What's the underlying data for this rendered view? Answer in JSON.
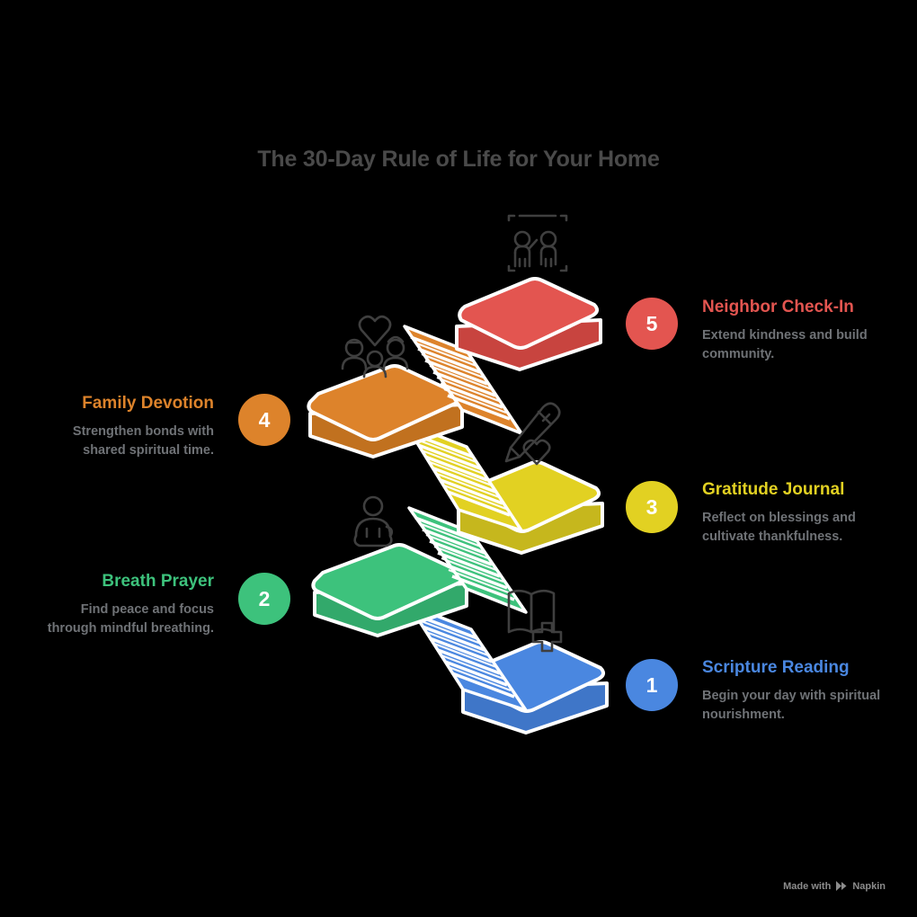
{
  "title": "The 30-Day Rule of Life for Your Home",
  "background_color": "#000000",
  "title_color": "#4a4a4a",
  "description_color": "#6f7276",
  "steps": [
    {
      "number": "1",
      "title": "Scripture Reading",
      "description": "Begin your day with spiritual nourishment.",
      "color": "#4A87E0",
      "side": "right",
      "icon": "open-book-with-cross-icon"
    },
    {
      "number": "2",
      "title": "Breath Prayer",
      "description": "Find peace and focus through mindful breathing.",
      "color": "#3DC27C",
      "side": "left",
      "icon": "meditating-person-icon"
    },
    {
      "number": "3",
      "title": "Gratitude Journal",
      "description": "Reflect on blessings and cultivate thankfulness.",
      "color": "#E2D122",
      "side": "right",
      "icon": "pencil-with-heart-icon"
    },
    {
      "number": "4",
      "title": "Family Devotion",
      "description": "Strengthen bonds with shared spiritual time.",
      "color": "#DD832B",
      "side": "left",
      "icon": "family-with-heart-icon"
    },
    {
      "number": "5",
      "title": "Neighbor Check-In",
      "description": "Extend kindness and build community.",
      "color": "#E35550",
      "side": "right",
      "icon": "two-neighbors-waving-icon"
    }
  ],
  "watermark": {
    "text_before": "Made with",
    "brand": "Napkin"
  }
}
